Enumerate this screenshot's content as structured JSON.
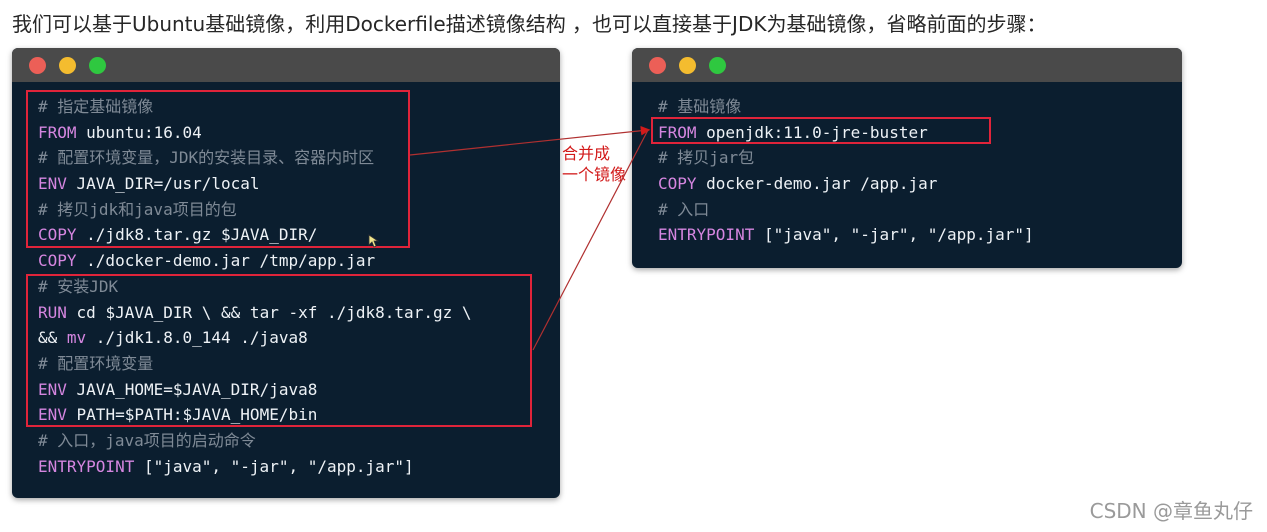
{
  "heading": "我们可以基于Ubuntu基础镜像，利用Dockerfile描述镜像结构 ，也可以直接基于JDK为基础镜像，省略前面的步骤：",
  "colors": {
    "window_bg": "#0b1e2f",
    "titlebar": "#4a4a4a",
    "dot_red": "#ec5f57",
    "dot_yellow": "#f4bc2f",
    "dot_green": "#2fc840",
    "keyword": "#d586e0",
    "comment": "#7f8a96",
    "highlight": "#e0243a"
  },
  "left_window": {
    "lines": [
      {
        "type": "comment",
        "text": "# 指定基础镜像"
      },
      {
        "type": "cmd",
        "kw": "FROM",
        "rest": " ubuntu:16.04"
      },
      {
        "type": "comment",
        "text": "# 配置环境变量，JDK的安装目录、容器内时区"
      },
      {
        "type": "cmd",
        "kw": "ENV",
        "rest": " JAVA_DIR=/usr/local"
      },
      {
        "type": "comment",
        "text": "# 拷贝jdk和java项目的包"
      },
      {
        "type": "cmd",
        "kw": "COPY",
        "rest": " ./jdk8.tar.gz $JAVA_DIR/"
      },
      {
        "type": "cmd",
        "kw": "COPY",
        "rest": " ./docker-demo.jar /tmp/app.jar"
      },
      {
        "type": "comment",
        "text": "# 安装JDK"
      },
      {
        "type": "cmd",
        "kw": "RUN",
        "rest": " cd $JAVA_DIR \\ && tar -xf ./jdk8.tar.gz \\"
      },
      {
        "type": "cmd2",
        "pre": "&& ",
        "kw": "mv",
        "rest": " ./jdk1.8.0_144 ./java8"
      },
      {
        "type": "comment",
        "text": "# 配置环境变量"
      },
      {
        "type": "cmd",
        "kw": "ENV",
        "rest": " JAVA_HOME=$JAVA_DIR/java8"
      },
      {
        "type": "cmd",
        "kw": "ENV",
        "rest": " PATH=$PATH:$JAVA_HOME/bin"
      },
      {
        "type": "comment",
        "text": "# 入口，java项目的启动命令"
      },
      {
        "type": "cmd",
        "kw": "ENTRYPOINT",
        "rest": " [\"java\", \"-jar\", \"/app.jar\"]"
      }
    ]
  },
  "right_window": {
    "lines": [
      {
        "type": "comment",
        "text": "# 基础镜像"
      },
      {
        "type": "cmd",
        "kw": "FROM",
        "rest": " openjdk:11.0-jre-buster"
      },
      {
        "type": "comment",
        "text": "# 拷贝jar包"
      },
      {
        "type": "cmd",
        "kw": "COPY",
        "rest": " docker-demo.jar /app.jar"
      },
      {
        "type": "comment",
        "text": "# 入口"
      },
      {
        "type": "cmd",
        "kw": "ENTRYPOINT",
        "rest": " [\"java\", \"-jar\", \"/app.jar\"]"
      }
    ]
  },
  "annotation": {
    "line1": "合并成",
    "line2": "一个镜像"
  },
  "watermark": "CSDN @章鱼丸仔"
}
